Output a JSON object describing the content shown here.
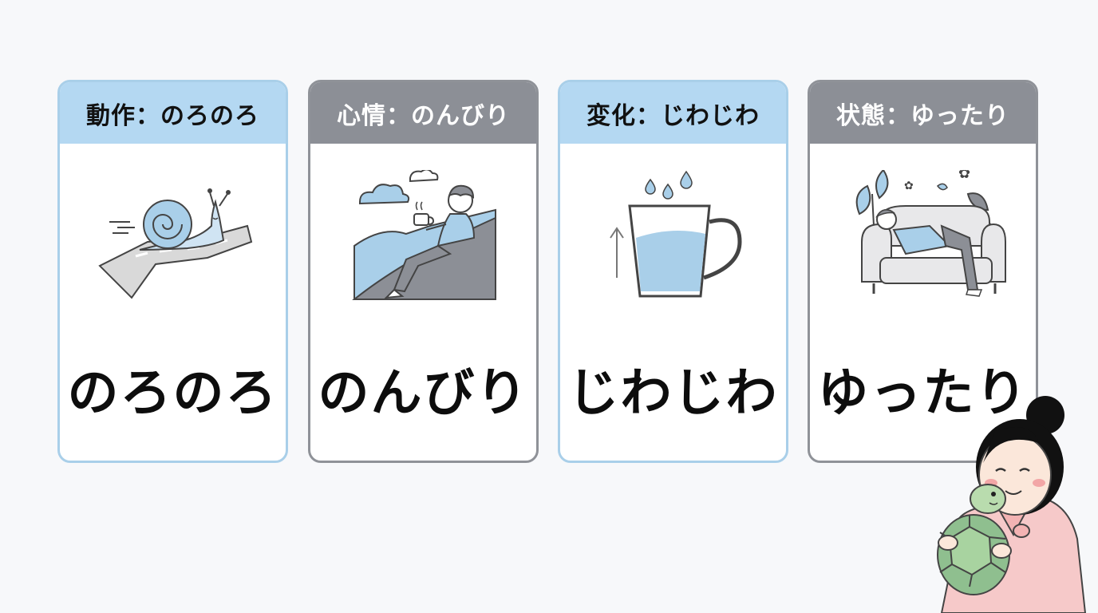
{
  "cards": [
    {
      "header": "動作：のろのろ",
      "word": "のろのろ",
      "illustration": "snail-on-road"
    },
    {
      "header": "心情：のんびり",
      "word": "のんびり",
      "illustration": "person-relaxing-on-hill"
    },
    {
      "header": "変化：じわじわ",
      "word": "じわじわ",
      "illustration": "water-filling-cup"
    },
    {
      "header": "状態：ゆったり",
      "word": "ゆったり",
      "illustration": "person-lounging-on-sofa"
    }
  ],
  "mascot": "woman-hugging-turtle",
  "colors": {
    "blue_header": "#b4d8f2",
    "blue_border": "#a9cfe9",
    "gray_header": "#8c8f96",
    "gray_border": "#8f9298",
    "background": "#f7f8fa"
  }
}
